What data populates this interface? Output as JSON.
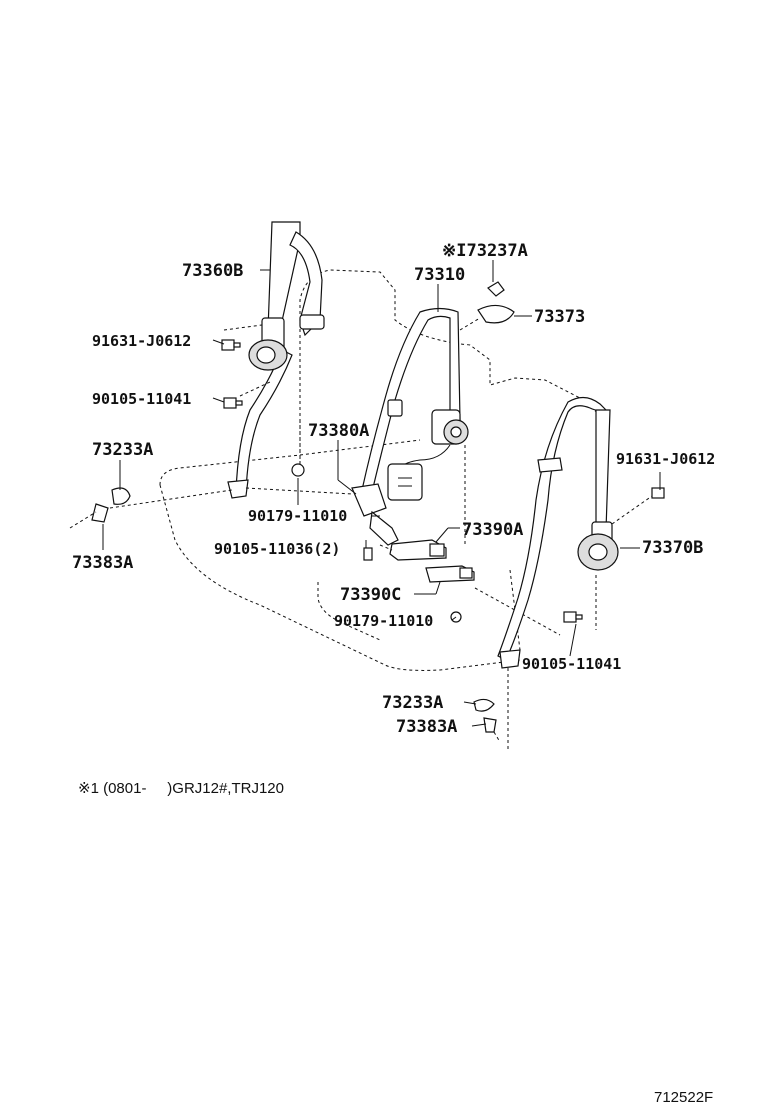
{
  "labels": {
    "p_73360b": "73360B",
    "p_91631_left": "91631-J0612",
    "p_90105_left": "90105-11041",
    "p_73233a_left": "73233A",
    "p_73383a_left": "73383A",
    "p_173237a": "※I73237A",
    "p_73310": "73310",
    "p_73373": "73373",
    "p_73380a": "73380A",
    "p_90179_upper": "90179-11010",
    "p_90105_11036": "90105-11036(2)",
    "p_73390a": "73390A",
    "p_73390c": "73390C",
    "p_90179_lower": "90179-11010",
    "p_91631_right": "91631-J0612",
    "p_73370b": "73370B",
    "p_90105_right": "90105-11041",
    "p_73233a_bottom": "73233A",
    "p_73383a_bottom": "73383A"
  },
  "footnote": "※1 (0801-     )GRJ12#,TRJ120",
  "figure_code": "712522F"
}
